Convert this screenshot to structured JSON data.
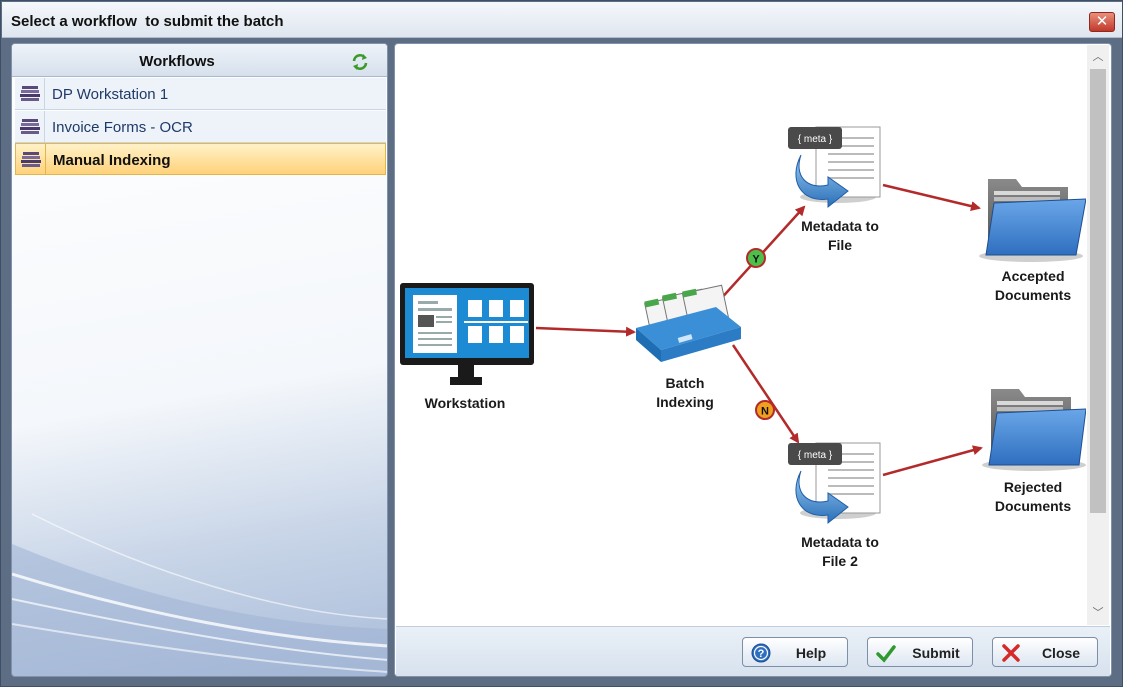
{
  "window": {
    "title": "Select a workflow  to submit the batch",
    "close_glyph": "✕",
    "accent_color": "#5c6d84"
  },
  "sidebar": {
    "header": "Workflows",
    "refresh_icon": "refresh-icon",
    "items": [
      {
        "label": "DP Workstation 1",
        "icon": "workflow-stack-icon",
        "selected": false
      },
      {
        "label": "Invoice Forms - OCR",
        "icon": "workflow-stack-icon",
        "selected": false
      },
      {
        "label": "Manual Indexing",
        "icon": "workflow-stack-icon",
        "selected": true
      }
    ]
  },
  "diagram": {
    "nodes": {
      "workstation": "Workstation",
      "batch_indexing": "Batch\nIndexing",
      "metadata_to_file": "Metadata to\nFile",
      "metadata_to_file_2": "Metadata to\nFile 2",
      "accepted_documents": "Accepted\nDocuments",
      "rejected_documents": "Rejected\nDocuments"
    },
    "meta_tag": "{ meta }",
    "branch_yes": "Y",
    "branch_no": "N",
    "connector_color": "#b32a2a"
  },
  "footer": {
    "help_label": "Help",
    "submit_label": "Submit",
    "close_label": "Close"
  }
}
